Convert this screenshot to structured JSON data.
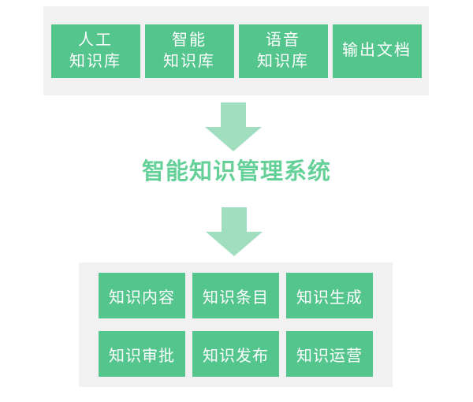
{
  "colors": {
    "page_bg": "#FFFFFF",
    "panel_gray": "#F1F1F2",
    "box_green": "#54C58D",
    "arrow_green": "#A0DEBF",
    "title_green": "#65D098",
    "box_text": "#FFFFFF"
  },
  "title": {
    "text": "智能知识管理系统"
  },
  "sources_panel": {
    "items": [
      {
        "label": "人工\n知识库"
      },
      {
        "label": "智能\n知识库"
      },
      {
        "label": "语音\n知识库"
      },
      {
        "label": "输出文档"
      }
    ]
  },
  "modules_panel": {
    "items": [
      {
        "label": "知识内容"
      },
      {
        "label": "知识条目"
      },
      {
        "label": "知识生成"
      },
      {
        "label": "知识审批"
      },
      {
        "label": "知识发布"
      },
      {
        "label": "知识运营"
      }
    ]
  }
}
